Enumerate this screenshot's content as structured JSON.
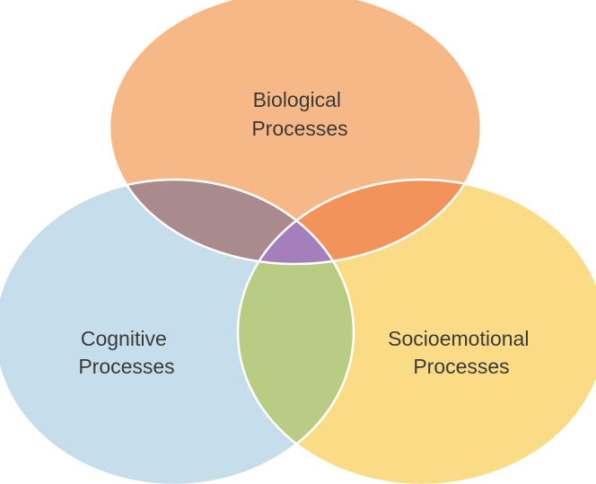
{
  "diagram": {
    "type": "venn",
    "sets": [
      {
        "id": "biological",
        "line1": "Biological",
        "line2": "Processes",
        "color": "#F7B887"
      },
      {
        "id": "cognitive",
        "line1": "Cognitive",
        "line2": "Processes",
        "color": "#C6DDEC"
      },
      {
        "id": "socioemotional",
        "line1": "Socioemotional",
        "line2": "Processes",
        "color": "#FBDC86"
      }
    ],
    "overlap_colors": {
      "biological_cognitive": "#A98B8B",
      "biological_socioemotional": "#F1935A",
      "cognitive_socioemotional": "#B9CC83",
      "all_three": "#A37FBB"
    }
  }
}
